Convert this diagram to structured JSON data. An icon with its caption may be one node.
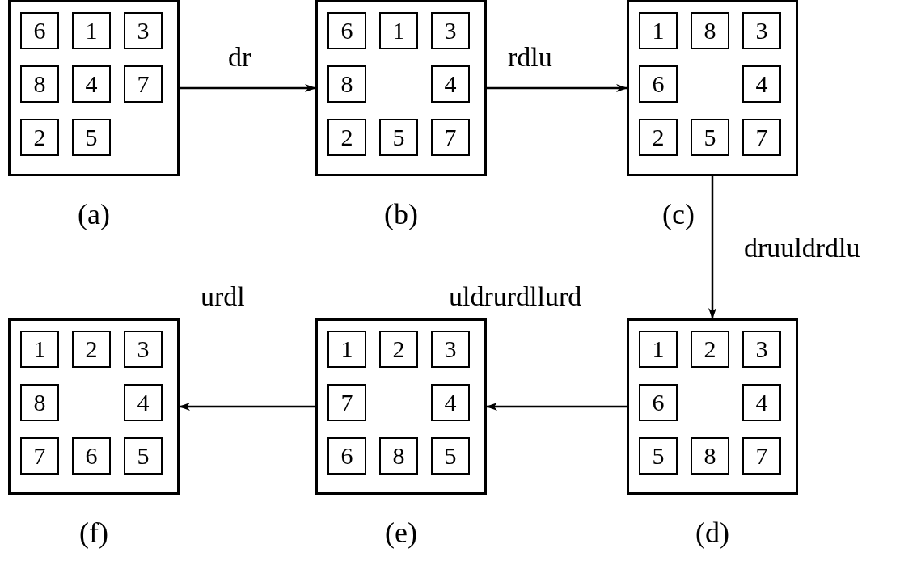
{
  "diagram": {
    "nodes": [
      {
        "text": [],
        "shape": "box",
        "beside": [
          "(a)"
        ]
      },
      {
        "text": [
          "6"
        ],
        "in": 0
      },
      {
        "text": [
          "1"
        ],
        "in": 0
      },
      {
        "text": [
          "3"
        ],
        "in": 0
      },
      {
        "text": [
          "8"
        ],
        "in": 0
      },
      {
        "text": [
          "4"
        ],
        "in": 0
      },
      {
        "text": [
          "7"
        ],
        "in": 0
      },
      {
        "text": [
          "2"
        ],
        "in": 0
      },
      {
        "text": [
          "5"
        ],
        "in": 0
      },
      {
        "text": [],
        "shape": "box",
        "beside": [
          "(b)"
        ]
      },
      {
        "text": [
          "6"
        ],
        "in": 9
      },
      {
        "text": [
          "1"
        ],
        "in": 9
      },
      {
        "text": [
          "3"
        ],
        "in": 9
      },
      {
        "text": [
          "8"
        ],
        "in": 9
      },
      {
        "text": [
          "4"
        ],
        "in": 9
      },
      {
        "text": [
          "2"
        ],
        "in": 9
      },
      {
        "text": [
          "5"
        ],
        "in": 9
      },
      {
        "text": [
          "7"
        ],
        "in": 9
      },
      {
        "text": [],
        "shape": "box",
        "beside": [
          "(c)"
        ]
      },
      {
        "text": [
          "1"
        ],
        "in": 18
      },
      {
        "text": [
          "8"
        ],
        "in": 18
      },
      {
        "text": [
          "3"
        ],
        "in": 18
      },
      {
        "text": [
          "6"
        ],
        "in": 18
      },
      {
        "text": [
          "4"
        ],
        "in": 18
      },
      {
        "text": [
          "2"
        ],
        "in": 18
      },
      {
        "text": [
          "5"
        ],
        "in": 18
      },
      {
        "text": [
          "7"
        ],
        "in": 18
      },
      {
        "text": [],
        "shape": "box",
        "beside": [
          "(d)"
        ]
      },
      {
        "text": [
          "1"
        ],
        "in": 27
      },
      {
        "text": [
          "2"
        ],
        "in": 27
      },
      {
        "text": [
          "3"
        ],
        "in": 27
      },
      {
        "text": [
          "6"
        ],
        "in": 27
      },
      {
        "text": [
          "4"
        ],
        "in": 27
      },
      {
        "text": [
          "5"
        ],
        "in": 27
      },
      {
        "text": [
          "8"
        ],
        "in": 27
      },
      {
        "text": [
          "7"
        ],
        "in": 27
      },
      {
        "text": [],
        "shape": "box",
        "beside": [
          "(e)"
        ]
      },
      {
        "text": [
          "1"
        ],
        "in": 36
      },
      {
        "text": [
          "2"
        ],
        "in": 36
      },
      {
        "text": [
          "3"
        ],
        "in": 36
      },
      {
        "text": [
          "7"
        ],
        "in": 36
      },
      {
        "text": [
          "4"
        ],
        "in": 36
      },
      {
        "text": [
          "6"
        ],
        "in": 36
      },
      {
        "text": [
          "8"
        ],
        "in": 36
      },
      {
        "text": [
          "5"
        ],
        "in": 36
      },
      {
        "text": [],
        "shape": "box",
        "beside": [
          "(f)"
        ]
      },
      {
        "text": [
          "1"
        ],
        "in": 45
      },
      {
        "text": [
          "2"
        ],
        "in": 45
      },
      {
        "text": [
          "3"
        ],
        "in": 45
      },
      {
        "text": [
          "8"
        ],
        "in": 45
      },
      {
        "text": [
          "4"
        ],
        "in": 45
      },
      {
        "text": [
          "7"
        ],
        "in": 45
      },
      {
        "text": [
          "6"
        ],
        "in": 45
      },
      {
        "text": [
          "5"
        ],
        "in": 45
      }
    ],
    "edges": [
      {
        "from": 0,
        "to": 9,
        "arrow": "to",
        "label": "dr"
      },
      {
        "from": 9,
        "to": 18,
        "arrow": "to",
        "label": "rdlu"
      },
      {
        "from": 18,
        "to": 27,
        "arrow": "to",
        "label": "druuldrdlu"
      },
      {
        "from": 27,
        "to": 36,
        "arrow": "to",
        "label": "uldrurdllurd"
      },
      {
        "from": 36,
        "to": 45,
        "arrow": "to",
        "label": "urdl"
      }
    ]
  }
}
